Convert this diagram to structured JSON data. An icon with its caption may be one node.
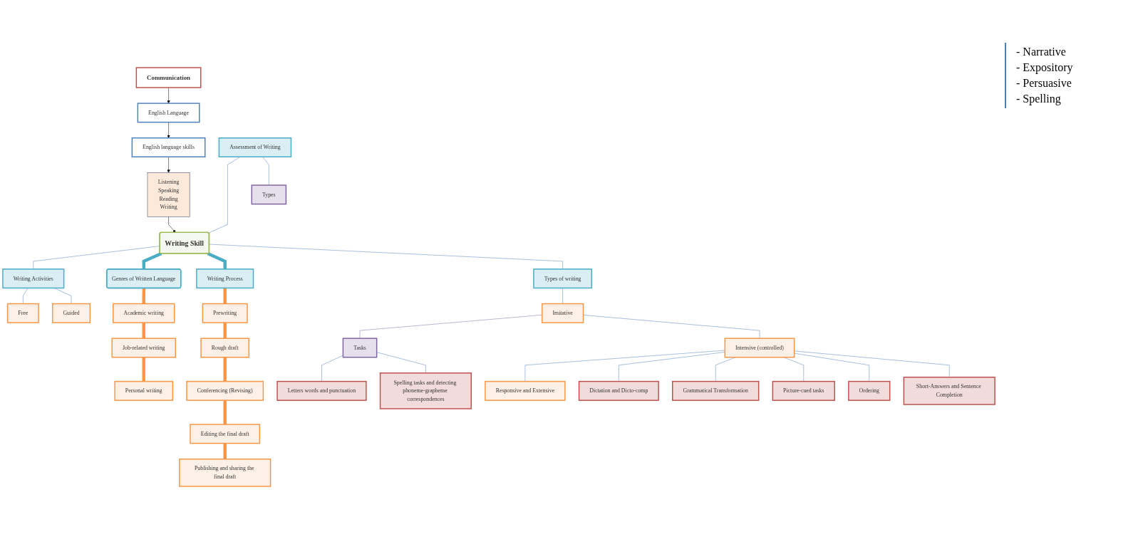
{
  "diagram": {
    "nodes": [
      {
        "text": [
          "Communication"
        ]
      },
      {
        "text": [
          "English Language"
        ]
      },
      {
        "text": [
          "English language skills"
        ]
      },
      {
        "text": [
          "Listening",
          "Speaking",
          "Reading",
          "Writing"
        ]
      },
      {
        "text": [
          "Assessment of Writing"
        ]
      },
      {
        "text": [
          "Types"
        ]
      },
      {
        "text": [
          "Writing Skill"
        ]
      },
      {
        "text": [
          "Writing Activities"
        ]
      },
      {
        "text": [
          "Free"
        ]
      },
      {
        "text": [
          "Guided"
        ]
      },
      {
        "text": [
          "Genres of Written Language"
        ]
      },
      {
        "text": [
          "Academic writing"
        ]
      },
      {
        "text": [
          "Job-related writing"
        ]
      },
      {
        "text": [
          "Personal writing"
        ]
      },
      {
        "text": [
          "Writing Process"
        ]
      },
      {
        "text": [
          "Prewriting"
        ]
      },
      {
        "text": [
          "Rough draft"
        ]
      },
      {
        "text": [
          "Conferencing (Revising)"
        ]
      },
      {
        "text": [
          "Editing the final draft"
        ]
      },
      {
        "text": [
          "Publishing and sharing the final draft"
        ]
      },
      {
        "text": [
          "Types of writing"
        ]
      },
      {
        "text": [
          "Imitative"
        ]
      },
      {
        "text": [
          "Tasks"
        ]
      },
      {
        "text": [
          "Intensive (controlled)"
        ]
      },
      {
        "text": [
          "Responsive and Extensive"
        ]
      },
      {
        "text": [
          "Letters words and punctuation"
        ]
      },
      {
        "text": [
          "Spelling tasks and detecting phoneme-grapheme correspondences"
        ]
      },
      {
        "text": [
          "Dictation and Dicto-comp"
        ]
      },
      {
        "text": [
          "Grammatical Transformation"
        ]
      },
      {
        "text": [
          "Picture-cued tasks"
        ]
      },
      {
        "text": [
          "Ordering"
        ]
      },
      {
        "text": [
          "Short-Answers and Sentence Completion"
        ]
      }
    ],
    "edges": [
      {
        "from": 0,
        "to": 1,
        "arrow": "to",
        "color": "#000000"
      },
      {
        "from": 1,
        "to": 2,
        "arrow": "to",
        "color": "#000000"
      },
      {
        "from": 2,
        "to": 3,
        "arrow": "to",
        "color": "#000000"
      },
      {
        "from": 3,
        "to": 6,
        "arrow": "to",
        "color": "#000000"
      },
      {
        "from": 4,
        "to": 6,
        "arrow": "none"
      },
      {
        "from": 4,
        "to": 5,
        "arrow": "none"
      },
      {
        "from": 6,
        "to": 7,
        "arrow": "none"
      },
      {
        "from": 7,
        "to": 8,
        "arrow": "none"
      },
      {
        "from": 7,
        "to": 9,
        "arrow": "none"
      },
      {
        "from": 6,
        "to": 10,
        "arrow": "none",
        "style": "thick",
        "color": "#4bacc6"
      },
      {
        "from": 6,
        "to": 14,
        "arrow": "none",
        "style": "thick",
        "color": "#4bacc6"
      },
      {
        "from": 6,
        "to": 20,
        "arrow": "none"
      },
      {
        "from": 10,
        "to": 11,
        "arrow": "none",
        "style": "thick",
        "color": "#f79646"
      },
      {
        "from": 11,
        "to": 12,
        "arrow": "none",
        "style": "thick",
        "color": "#f79646"
      },
      {
        "from": 12,
        "to": 13,
        "arrow": "none",
        "style": "thick",
        "color": "#f79646"
      },
      {
        "from": 14,
        "to": 15,
        "arrow": "none",
        "style": "thick",
        "color": "#f79646"
      },
      {
        "from": 15,
        "to": 16,
        "arrow": "none",
        "style": "thick",
        "color": "#f79646"
      },
      {
        "from": 16,
        "to": 17,
        "arrow": "none",
        "style": "thick",
        "color": "#f79646"
      },
      {
        "from": 17,
        "to": 18,
        "arrow": "none",
        "style": "thick",
        "color": "#f79646"
      },
      {
        "from": 18,
        "to": 19,
        "arrow": "none",
        "style": "thick",
        "color": "#f79646"
      },
      {
        "from": 20,
        "to": 21,
        "arrow": "none"
      },
      {
        "from": 21,
        "to": 22,
        "arrow": "none",
        "color": "#8064a2"
      },
      {
        "from": 21,
        "to": 23,
        "arrow": "none"
      },
      {
        "from": 23,
        "to": 24,
        "arrow": "none"
      },
      {
        "from": 22,
        "to": 25,
        "arrow": "none"
      },
      {
        "from": 22,
        "to": 26,
        "arrow": "none"
      },
      {
        "from": 23,
        "to": 27,
        "arrow": "none"
      },
      {
        "from": 23,
        "to": 28,
        "arrow": "none"
      },
      {
        "from": 23,
        "to": 29,
        "arrow": "none"
      },
      {
        "from": 23,
        "to": 30,
        "arrow": "none"
      },
      {
        "from": 23,
        "to": 31,
        "arrow": "none"
      }
    ],
    "labels": [
      "- Narrative",
      "- Expository",
      "- Persuasive",
      "- Spelling"
    ]
  }
}
